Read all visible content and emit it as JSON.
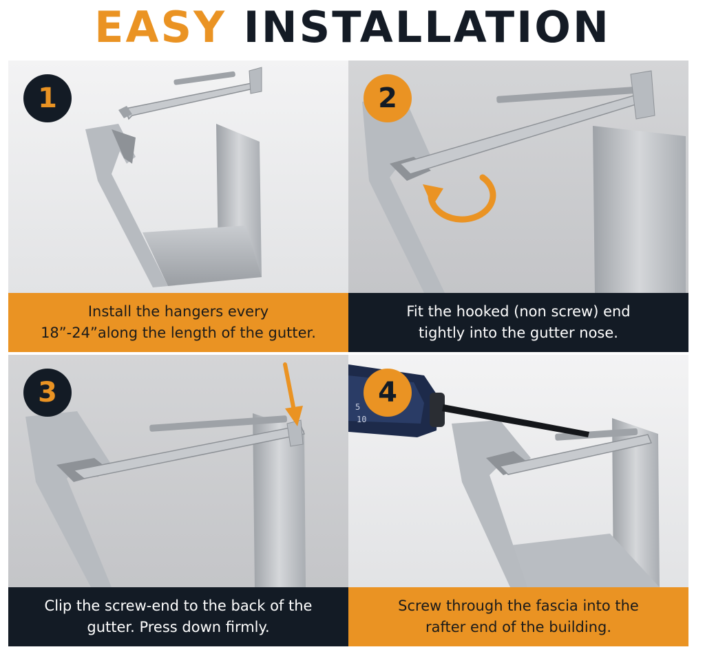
{
  "title": {
    "part1": "EASY",
    "part2": "INSTALLATION"
  },
  "colors": {
    "accent": "#ea9323",
    "dark": "#131b25",
    "panel_bg": "#e6e6e8"
  },
  "steps": [
    {
      "number": "1",
      "line1": "Install the hangers every",
      "line2": "18”-24”along the length of the gutter."
    },
    {
      "number": "2",
      "line1": "Fit the hooked (non screw) end",
      "line2": "tightly into the gutter nose."
    },
    {
      "number": "3",
      "line1": "Clip the screw-end to the back of the",
      "line2": "gutter. Press down firmly."
    },
    {
      "number": "4",
      "line1": "Screw through the fascia into the",
      "line2": "rafter end of the building."
    }
  ],
  "drill_markings": [
    "5",
    "10"
  ]
}
